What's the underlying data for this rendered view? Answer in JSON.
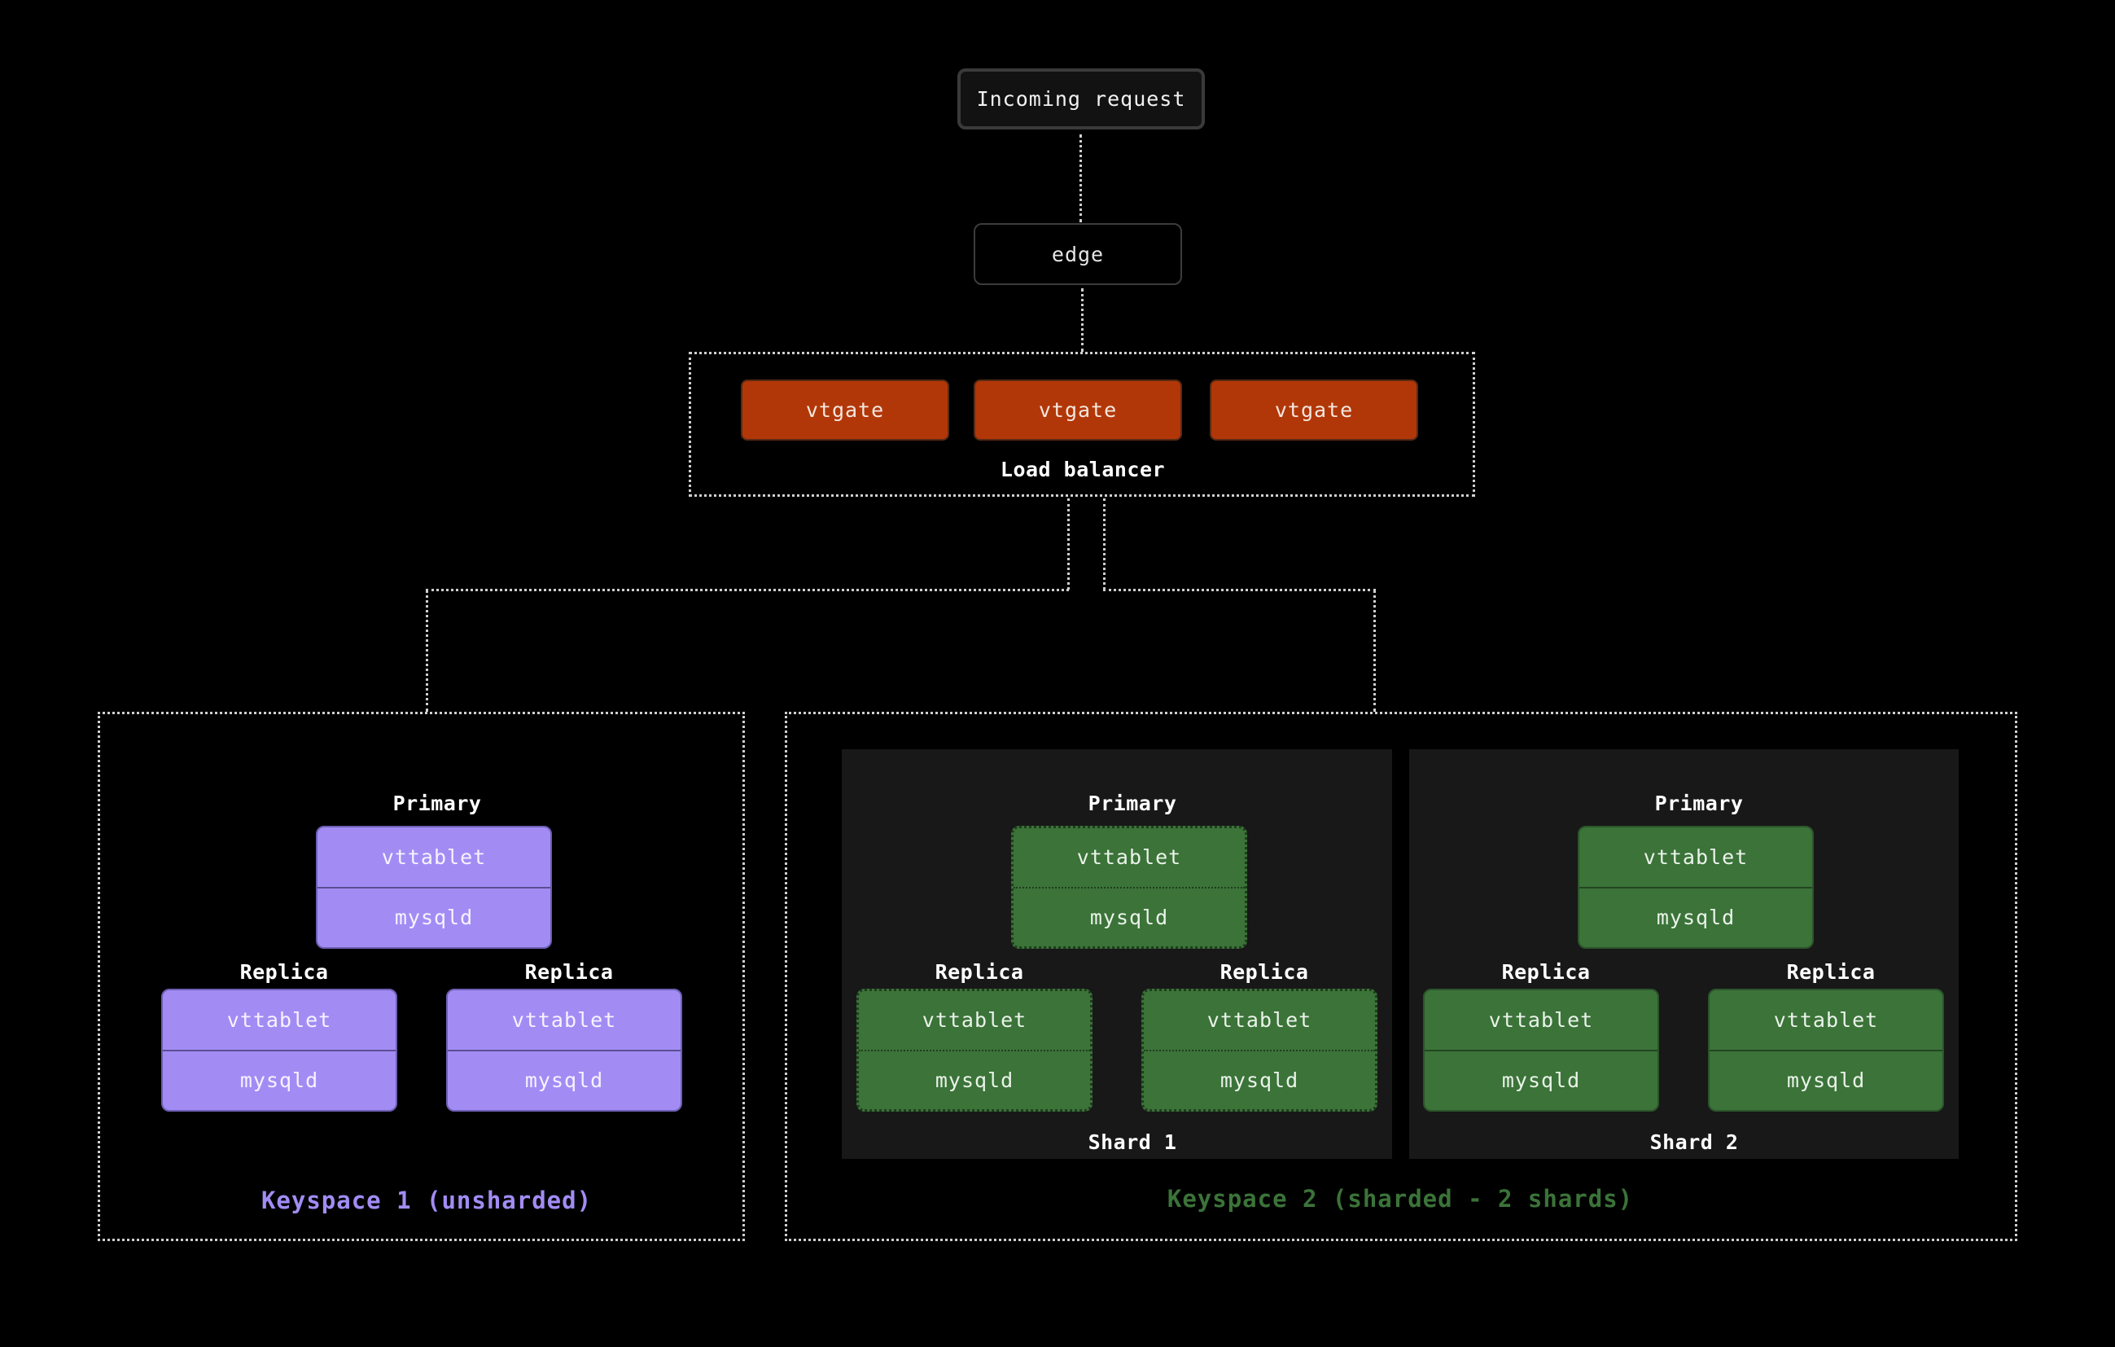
{
  "colors": {
    "background": "#000000",
    "vtgate": "#b23708",
    "keyspace1": "#a28cf4",
    "keyspace2": "#3b7339"
  },
  "request": {
    "label": "Incoming request"
  },
  "edge": {
    "label": "edge"
  },
  "load_balancer": {
    "label": "Load balancer",
    "vtgates": [
      "vtgate",
      "vtgate",
      "vtgate"
    ]
  },
  "keyspace1": {
    "label": "Keyspace 1 (unsharded)",
    "primary": {
      "role": "Primary",
      "top": "vttablet",
      "bottom": "mysqld"
    },
    "replicas": [
      {
        "role": "Replica",
        "top": "vttablet",
        "bottom": "mysqld"
      },
      {
        "role": "Replica",
        "top": "vttablet",
        "bottom": "mysqld"
      }
    ]
  },
  "keyspace2": {
    "label": "Keyspace 2 (sharded - 2 shards)",
    "shards": [
      {
        "label": "Shard 1",
        "primary": {
          "role": "Primary",
          "top": "vttablet",
          "bottom": "mysqld"
        },
        "replicas": [
          {
            "role": "Replica",
            "top": "vttablet",
            "bottom": "mysqld"
          },
          {
            "role": "Replica",
            "top": "vttablet",
            "bottom": "mysqld"
          }
        ]
      },
      {
        "label": "Shard 2",
        "primary": {
          "role": "Primary",
          "top": "vttablet",
          "bottom": "mysqld"
        },
        "replicas": [
          {
            "role": "Replica",
            "top": "vttablet",
            "bottom": "mysqld"
          },
          {
            "role": "Replica",
            "top": "vttablet",
            "bottom": "mysqld"
          }
        ]
      }
    ]
  }
}
